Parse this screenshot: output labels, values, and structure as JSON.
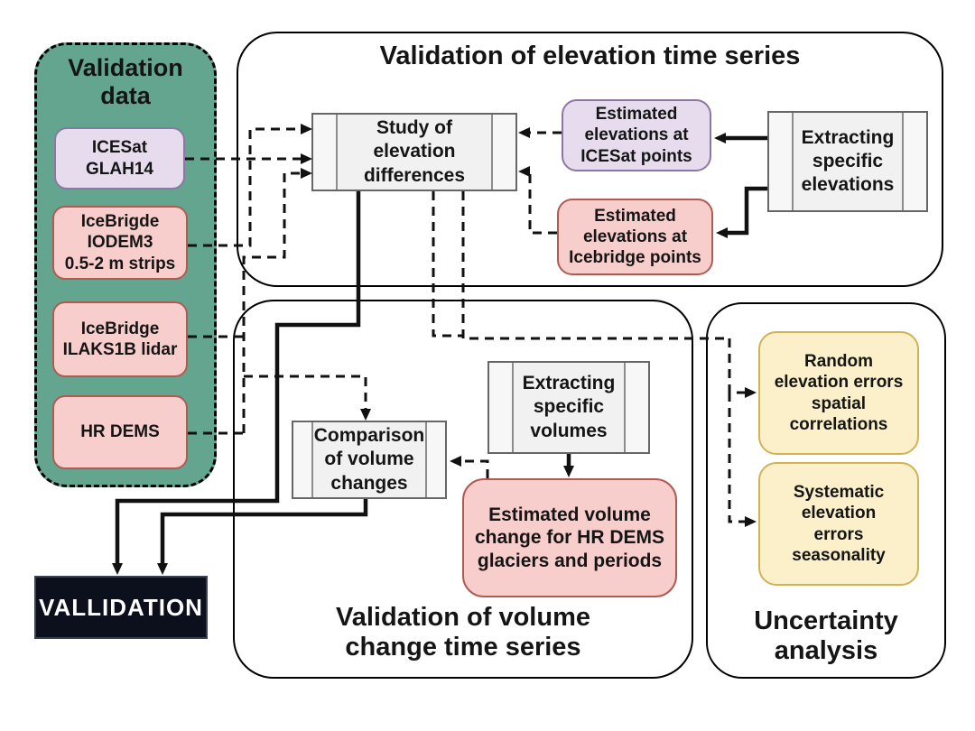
{
  "panels": {
    "validation_data": {
      "title": "Validation\ndata"
    },
    "elevation": {
      "title": "Validation of elevation time series"
    },
    "volume": {
      "title": "Validation of volume\nchange time series"
    },
    "uncertainty": {
      "title": "Uncertainty\nanalysis"
    }
  },
  "nodes": {
    "icesat": {
      "label": "ICESat\nGLAH14"
    },
    "iodem3": {
      "label": "IceBrigde\nIODEM3\n0.5-2 m strips"
    },
    "ilaks1b": {
      "label": "IceBridge\nILAKS1B lidar"
    },
    "hrdems": {
      "label": "HR DEMS"
    },
    "vallidation": {
      "label": "VALLIDATION"
    },
    "study": {
      "label": "Study of\nelevation\ndifferences"
    },
    "est_icesat": {
      "label": "Estimated\nelevations at\nICESat points"
    },
    "est_icebridge": {
      "label": "Estimated\nelevations at\nIcebridge points"
    },
    "extract_elev": {
      "label": "Extracting\nspecific\nelevations"
    },
    "comparison": {
      "label": "Comparison\nof volume\nchanges"
    },
    "extract_vol": {
      "label": "Extracting\nspecific\nvolumes"
    },
    "est_volume": {
      "label": "Estimated volume\nchange for HR DEMS\nglaciers and periods"
    },
    "random_err": {
      "label": "Random\nelevation errors\nspatial\ncorrelations"
    },
    "systematic_err": {
      "label": "Systematic\nelevation\nerrors\nseasonality"
    }
  },
  "colors": {
    "panel_green": "#63a58e",
    "box_purple_fill": "#e6dcee",
    "box_purple_border": "#8d76a3",
    "box_pink_fill": "#f8cecc",
    "box_pink_border": "#b05a52",
    "box_yellow_fill": "#fbf0ca",
    "box_yellow_border": "#d2b255",
    "process_fill": "#f1f1f1",
    "process_border": "#666666",
    "result_box": "#0c101d",
    "line": "#111111"
  },
  "edges": [
    {
      "from": "icesat",
      "to": "study",
      "style": "dashed"
    },
    {
      "from": "iodem3",
      "to": "study",
      "style": "dashed"
    },
    {
      "from": "ilaks1b",
      "to": "study",
      "style": "dashed"
    },
    {
      "from": "hrdems",
      "to": "comparison",
      "style": "dashed"
    },
    {
      "from": "est_icesat",
      "to": "study",
      "style": "dashed"
    },
    {
      "from": "est_icebridge",
      "to": "study",
      "style": "dashed"
    },
    {
      "from": "est_volume",
      "to": "comparison",
      "style": "dashed"
    },
    {
      "from": "study",
      "to": "random_err",
      "style": "dashed"
    },
    {
      "from": "study",
      "to": "systematic_err",
      "style": "dashed"
    },
    {
      "from": "extract_elev",
      "to": "est_icesat",
      "style": "solid"
    },
    {
      "from": "extract_elev",
      "to": "est_icebridge",
      "style": "solid"
    },
    {
      "from": "extract_vol",
      "to": "est_volume",
      "style": "solid"
    },
    {
      "from": "study",
      "to": "vallidation",
      "style": "solid"
    },
    {
      "from": "comparison",
      "to": "vallidation",
      "style": "solid"
    }
  ]
}
